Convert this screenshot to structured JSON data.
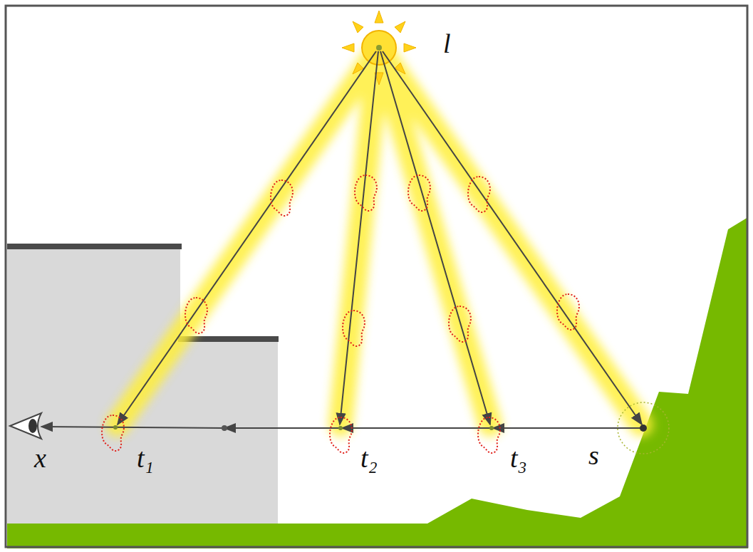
{
  "diagram": {
    "labels": [
      "l",
      "x",
      "t₁",
      "t₂",
      "t₃",
      "s"
    ]
  }
}
